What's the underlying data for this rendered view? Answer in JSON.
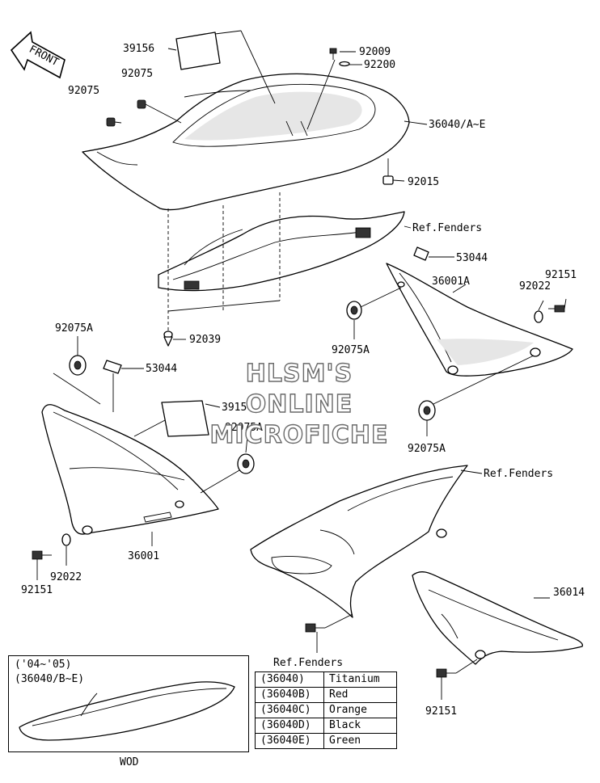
{
  "front_marker": "FRONT",
  "callouts": {
    "p39156_top": "39156",
    "p92009": "92009",
    "p92200": "92200",
    "p92075_a": "92075",
    "p92075_b": "92075",
    "p36040": "36040/A~E",
    "p92015": "92015",
    "ref_fenders_1": "Ref.Fenders",
    "p53044_right": "53044",
    "p92151_right": "92151",
    "p36001A": "36001A",
    "p92022_right": "92022",
    "p92075A_left": "92075A",
    "p92039": "92039",
    "p92075A_mid": "92075A",
    "p53044_left": "53044",
    "p39156_mid": "39156",
    "p92075A_center": "92075A",
    "p92075A_right": "92075A",
    "ref_fenders_2": "Ref.Fenders",
    "p36001": "36001",
    "p92022_left": "92022",
    "p92151_left": "92151",
    "p36014": "36014",
    "ref_fenders_3": "Ref.Fenders",
    "p92151_bottom": "92151"
  },
  "watermark": {
    "line1": "HLSM'S",
    "line2": "ONLINE",
    "line3": "MICROFICHE"
  },
  "inset": {
    "years": "('04~'05)",
    "models": "(36040/B~E)",
    "caption": "WOD"
  },
  "color_table": [
    {
      "code": "(36040)",
      "color": "Titanium"
    },
    {
      "code": "(36040B)",
      "color": "Red"
    },
    {
      "code": "(36040C)",
      "color": "Orange"
    },
    {
      "code": "(36040D)",
      "color": "Black"
    },
    {
      "code": "(36040E)",
      "color": "Green"
    }
  ]
}
